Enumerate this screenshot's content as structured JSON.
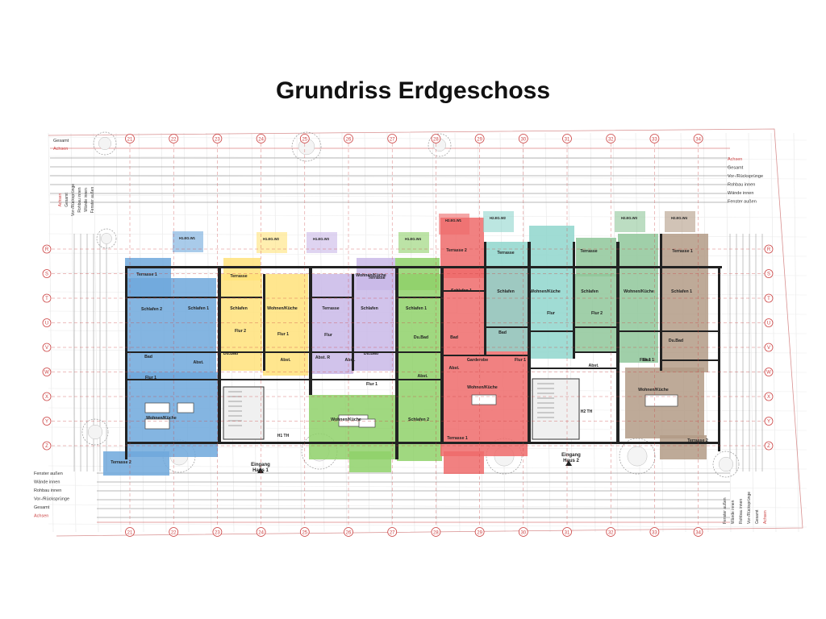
{
  "title": "Grundriss Erdgeschoss",
  "axis_numbers": [
    "21",
    "22",
    "23",
    "24",
    "25",
    "26",
    "27",
    "28",
    "29",
    "30",
    "31",
    "32",
    "33",
    "34"
  ],
  "row_letters": [
    "R",
    "S",
    "T",
    "U",
    "V",
    "W",
    "X",
    "Y",
    "Z"
  ],
  "left_dims": [
    "Gesamt",
    "Achsen"
  ],
  "right_dims": [
    "Achsen",
    "Gesamt",
    "Vor-/Rücksprünge",
    "Rohbau innen",
    "Wände innen",
    "Fenster außen"
  ],
  "bottom_dims": [
    "Fenster außen",
    "Wände innen",
    "Rohbau innen",
    "Vor-/Rücksprünge",
    "Gesamt",
    "Achsen"
  ],
  "top_vertical_dims": [
    "Achsen",
    "Gesamt",
    "Vor-/Rücksprünge",
    "Rohbau innen",
    "Wände innen",
    "Fenster außen"
  ],
  "bottom_vertical_dims": [
    "Fenster außen",
    "Wände innen",
    "Rohbau innen",
    "Vor-/Rücksprünge",
    "Gesamt",
    "Achsen"
  ],
  "entrances": [
    {
      "label": "Eingang Haus 1"
    },
    {
      "label": "Eingang Haus 2"
    }
  ],
  "colors": {
    "blue": "#6fa8dc",
    "yellow": "#ffe27a",
    "purple": "#c9b8e8",
    "green": "#8fd16a",
    "red": "#ee6b6b",
    "teal": "#8fd6cd",
    "sage": "#8fc79a",
    "brown": "#b39b86",
    "grid": "#cc4444"
  },
  "units": [
    {
      "id": "h1w1",
      "tag": "H1.EG.W1",
      "color": "blue",
      "rooms": [
        {
          "name": "Terrasse 1"
        },
        {
          "name": "Schlafen 2"
        },
        {
          "name": "Schlafen 1"
        },
        {
          "name": "Bad"
        },
        {
          "name": "Abst."
        },
        {
          "name": "Flur 1"
        },
        {
          "name": "Wohnen/Küche"
        },
        {
          "name": "Terrasse 2"
        }
      ]
    },
    {
      "id": "h1w2",
      "tag": "H1.EG.W2",
      "color": "yellow",
      "rooms": [
        {
          "name": "Terrasse"
        },
        {
          "name": "Schlafen"
        },
        {
          "name": "Flur 2"
        },
        {
          "name": "Du.Bad"
        },
        {
          "name": "Wohnen/Küche"
        },
        {
          "name": "Flur 1"
        },
        {
          "name": "Abst."
        }
      ]
    },
    {
      "id": "h1w3",
      "tag": "H1.EG.W3",
      "color": "purple",
      "rooms": [
        {
          "name": "Terrasse"
        },
        {
          "name": "Wohnen/Küche"
        },
        {
          "name": "Schlafen"
        },
        {
          "name": "Flur"
        },
        {
          "name": "Abst. R"
        },
        {
          "name": "Du.Bad"
        },
        {
          "name": "Abst."
        }
      ]
    },
    {
      "id": "h1w4",
      "tag": "H1.EG.W4",
      "color": "green",
      "rooms": [
        {
          "name": "Terrasse"
        },
        {
          "name": "Schlafen 1"
        },
        {
          "name": "Du.Bad"
        },
        {
          "name": "Flur 1"
        },
        {
          "name": "Wohnen/Küche"
        },
        {
          "name": "Schlafen 2"
        },
        {
          "name": "Abst."
        }
      ]
    },
    {
      "id": "h2w1",
      "tag": "H2.EG.W1",
      "color": "red",
      "rooms": [
        {
          "name": "Terrasse 2"
        },
        {
          "name": "Schlafen 1"
        },
        {
          "name": "Bad"
        },
        {
          "name": "Garderobe"
        },
        {
          "name": "Flur 1"
        },
        {
          "name": "Wohnen/Küche"
        },
        {
          "name": "Terrasse 1"
        },
        {
          "name": "Abst."
        }
      ]
    },
    {
      "id": "h2w2",
      "tag": "H2.EG.W2",
      "color": "teal",
      "rooms": [
        {
          "name": "Terrasse"
        },
        {
          "name": "Schlafen"
        },
        {
          "name": "Wohnen/Küche"
        },
        {
          "name": "Bad"
        },
        {
          "name": "Flur"
        }
      ]
    },
    {
      "id": "h2w3",
      "tag": "H2.EG.W3",
      "color": "sage",
      "rooms": [
        {
          "name": "Terrasse"
        },
        {
          "name": "Schlafen"
        },
        {
          "name": "Wohnen/Küche"
        },
        {
          "name": "Flur 2"
        },
        {
          "name": "Flur 1"
        },
        {
          "name": "Abst."
        }
      ]
    },
    {
      "id": "h2w4",
      "tag": "H2.EG.W4",
      "color": "brown",
      "rooms": [
        {
          "name": "Terrasse 1"
        },
        {
          "name": "Schlafen 1"
        },
        {
          "name": "Du.Bad"
        },
        {
          "name": "Flur 1"
        },
        {
          "name": "Wohnen/Küche"
        },
        {
          "name": "Terrasse 2"
        }
      ]
    }
  ],
  "stairs": [
    {
      "label": "H1 TH"
    },
    {
      "label": "H2 TH"
    }
  ]
}
